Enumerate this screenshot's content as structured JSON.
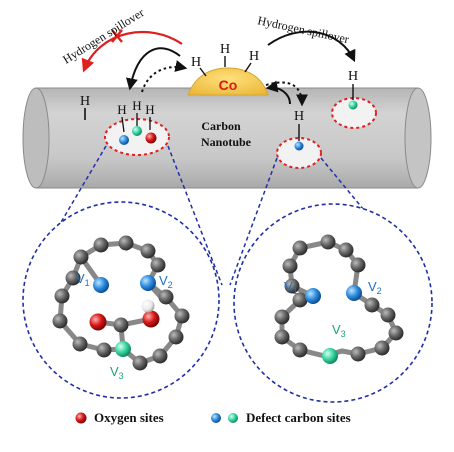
{
  "labels": {
    "spillover_left": "Hydrogen spillover",
    "spillover_right": "Hydrogen spillover",
    "cobalt": "Co",
    "support_line1": "Carbon",
    "support_line2": "Nanotube",
    "hydrogen": "H",
    "v1": "V",
    "v1_sub": "1",
    "v2": "V",
    "v2_sub": "2",
    "v3": "V",
    "v3_sub": "3",
    "legend_oxygen": "Oxygen sites",
    "legend_defect": "Defect carbon sites"
  },
  "colors": {
    "tube": "#c9c9c9",
    "cobalt": "#f6cf52",
    "cobalt_text": "#d61c1c",
    "red_arrow": "#e01f1f",
    "dashed_circle": "#1f2fa8",
    "defect_blue": "#2f8fe0",
    "defect_green": "#3ad6a3",
    "oxygen": "#d81818",
    "carbon": "#555555",
    "label_blue": "#1f6fc0",
    "label_green": "#22a07a"
  }
}
